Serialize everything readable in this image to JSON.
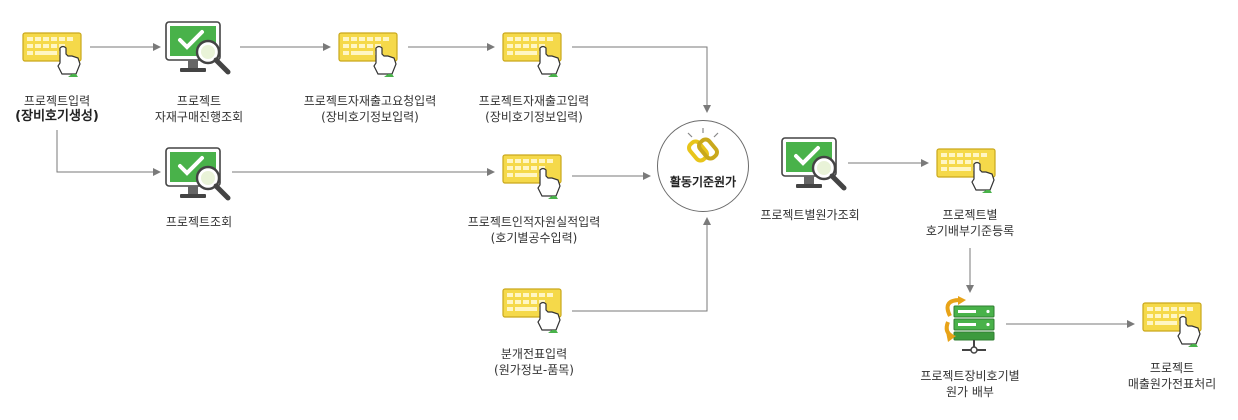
{
  "nodes": {
    "project_input": {
      "line1": "프로젝트입력",
      "line2": "(장비호기생성)"
    },
    "project_material_inquiry": {
      "line1": "프로젝트",
      "line2": "자재구매진행조회"
    },
    "material_request_input": {
      "line1": "프로젝트자재출고요청입력",
      "line2": "(장비호기정보입력)"
    },
    "material_release_input": {
      "line1": "프로젝트자재출고입력",
      "line2": "(장비호기정보입력)"
    },
    "project_inquiry": {
      "line1": "프로젝트조회"
    },
    "labor_input": {
      "line1": "프로젝트인적자원실적입력",
      "line2": "(호기별공수입력)"
    },
    "voucher_input": {
      "line1": "분개전표입력",
      "line2": "(원가정보-품목)"
    },
    "activity_cost": {
      "line1": "활동기준원가"
    },
    "project_cost_inquiry": {
      "line1": "프로젝트별원가조회"
    },
    "allocation_standard": {
      "line1": "프로젝트별",
      "line2": "호기배부기준등록"
    },
    "unit_cost_allocation": {
      "line1": "프로젝트장비호기별",
      "line2": "원가 배부"
    },
    "sales_cost_voucher": {
      "line1": "프로젝트",
      "line2": "매출원가전표처리"
    }
  },
  "colors": {
    "keyboard": "#f5d94a",
    "keyboard_border": "#c9a81c",
    "monitor_screen": "#49b24a",
    "wire": "#7a7a7a",
    "chain": "#e8c51a"
  }
}
